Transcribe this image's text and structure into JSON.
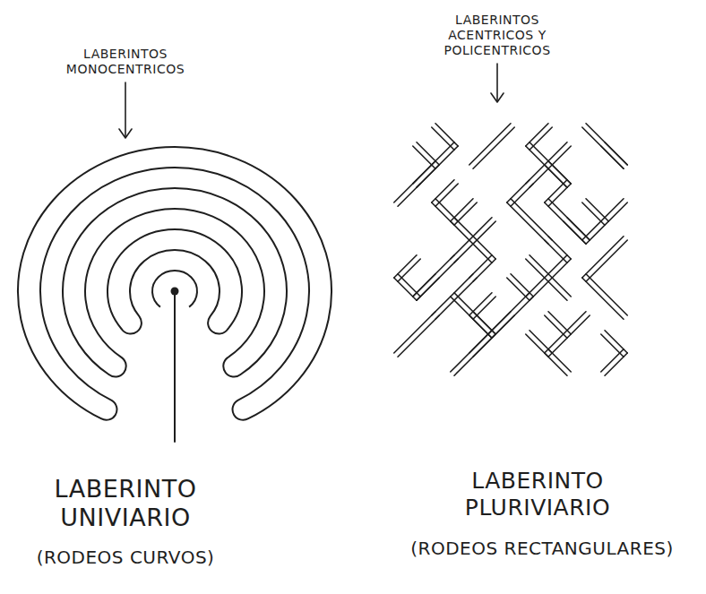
{
  "diagram": {
    "labels": [
      "LABERINTOS MONOCENTRICOS",
      "LABERINTOS ACENTRICOS Y POLICENTRICOS",
      "LABERINTO UNIVIARIO",
      "(RODEOS CURVOS)",
      "LABERINTO PLURIVIARIO",
      "(RODEOS RECTANGULARES)"
    ]
  }
}
